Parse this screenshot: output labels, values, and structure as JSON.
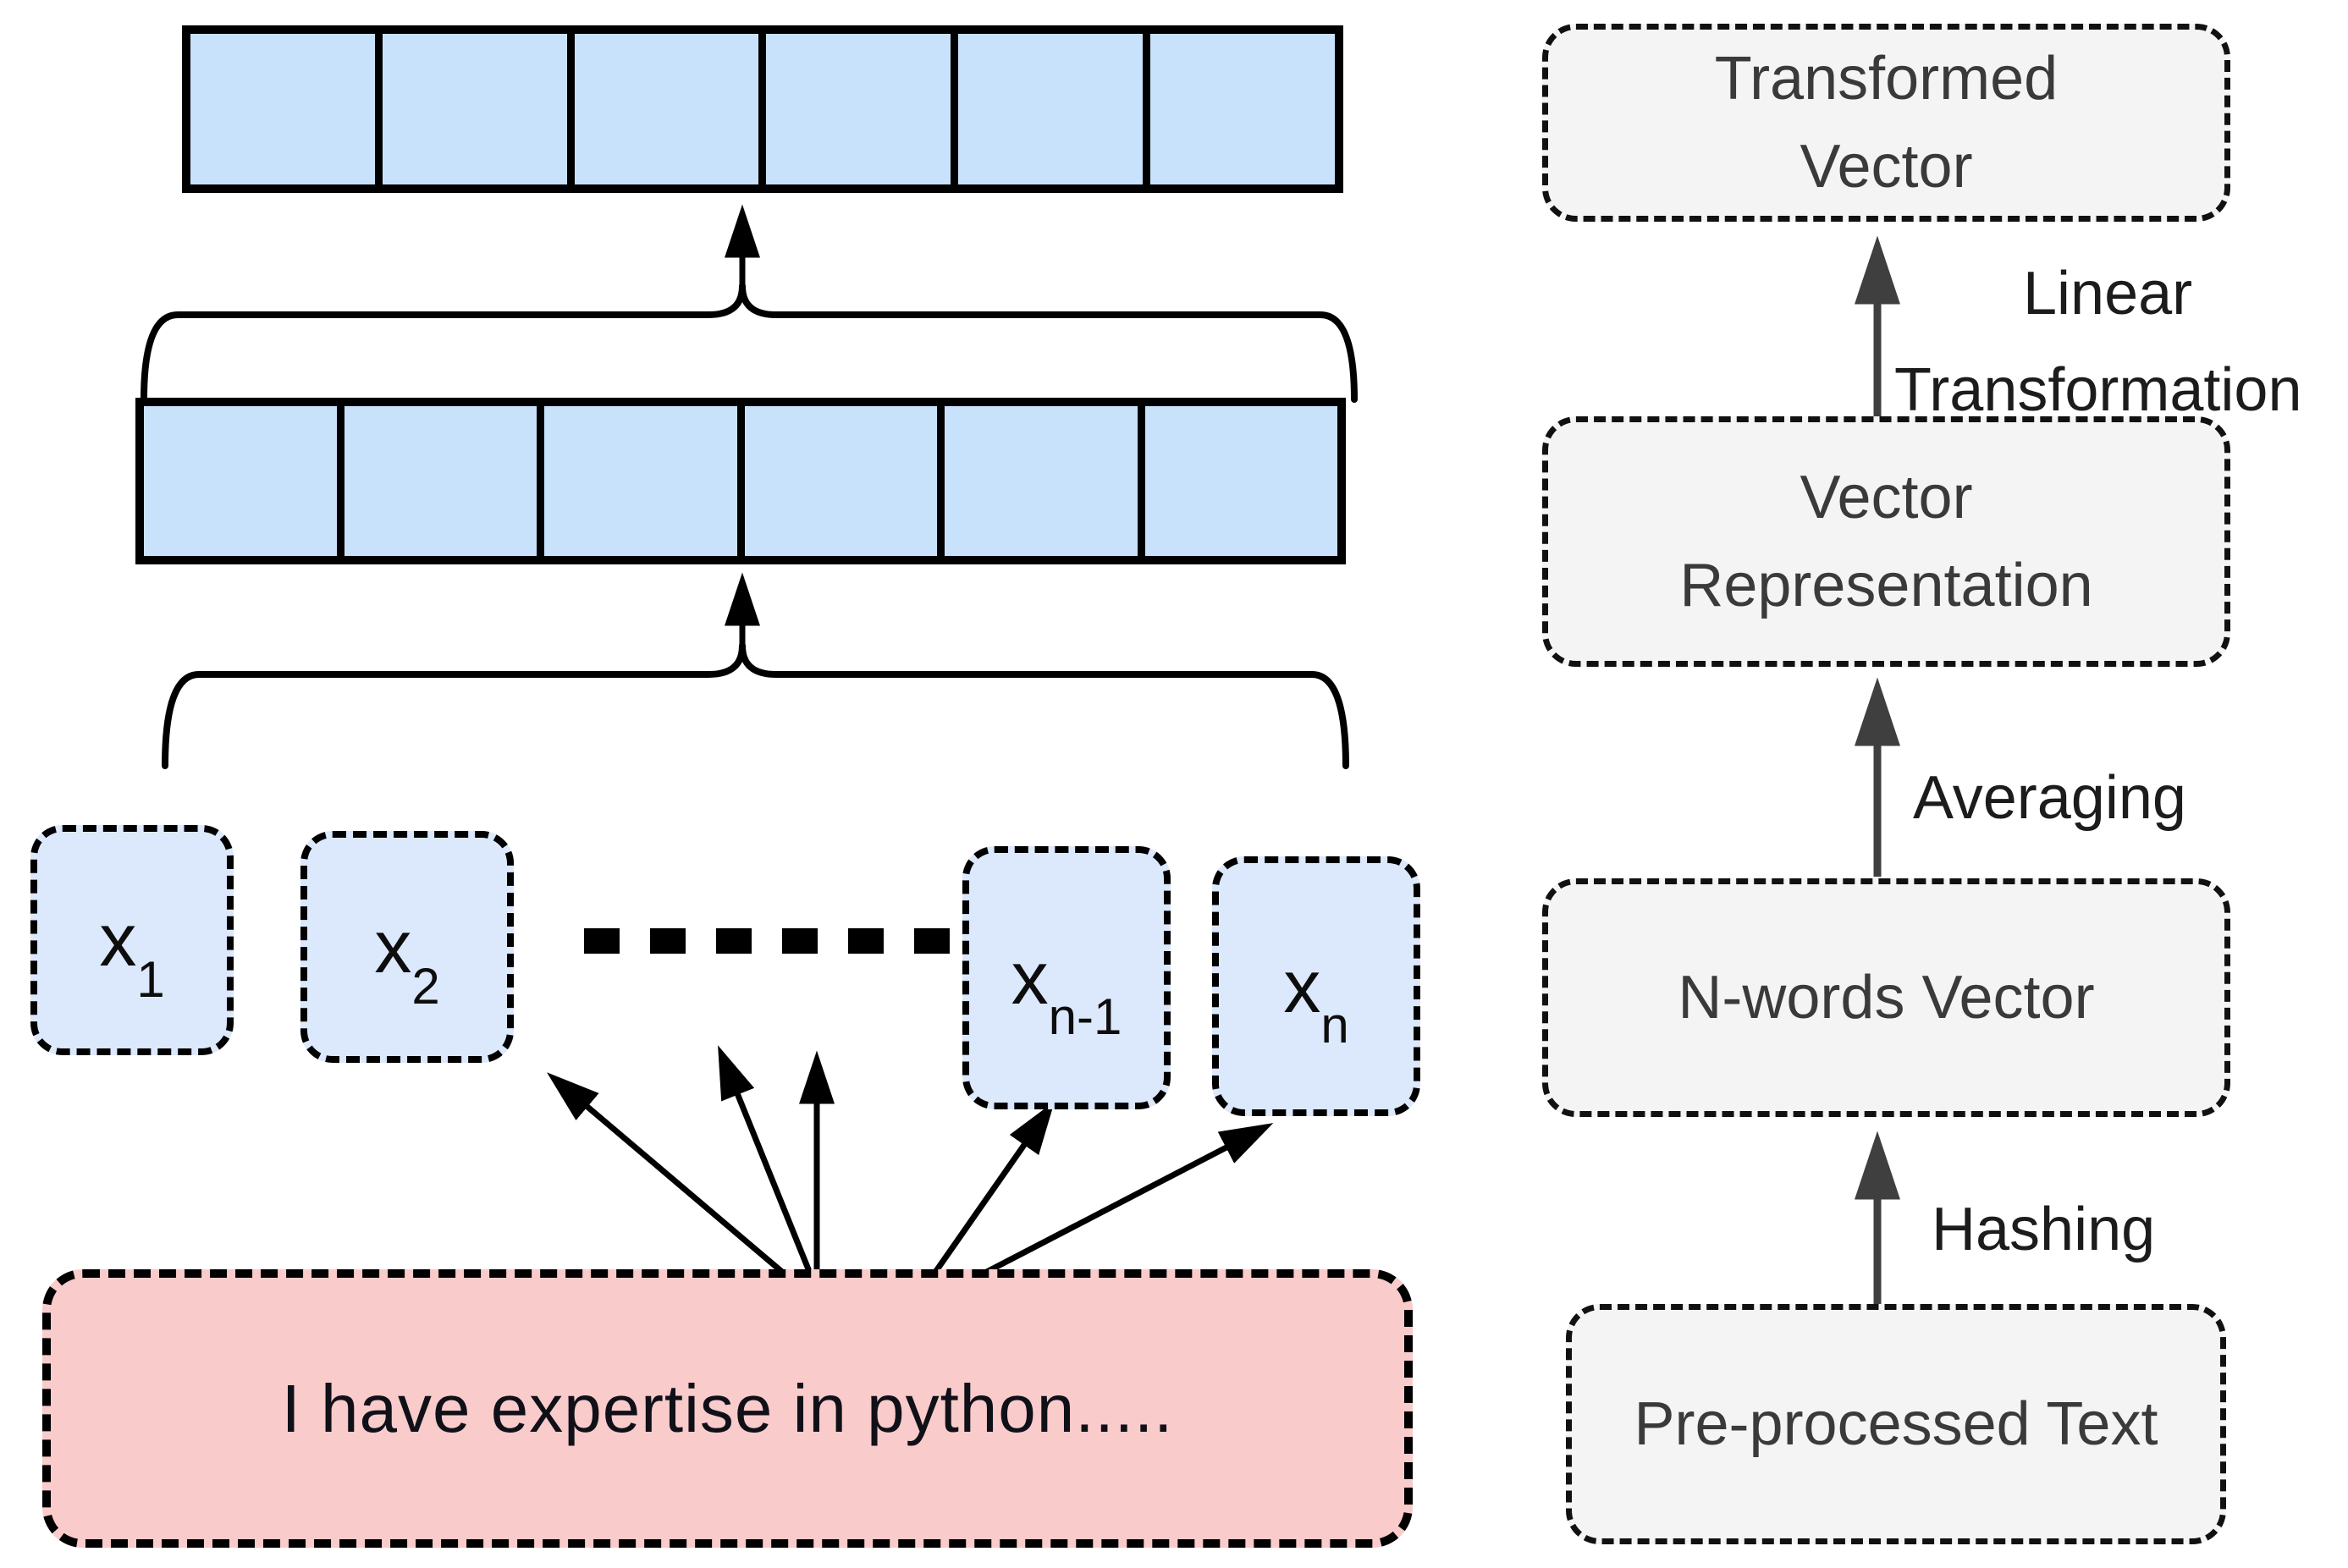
{
  "left_diagram": {
    "top_vector_row": {
      "cell_count": 6
    },
    "middle_vector_row": {
      "cell_count": 6
    },
    "word_tokens": [
      {
        "base": "x",
        "sub": "1"
      },
      {
        "base": "x",
        "sub": "2"
      },
      {
        "base": "x",
        "sub": "n-1"
      },
      {
        "base": "x",
        "sub": "n"
      }
    ],
    "ellipsis_dot_count": 6,
    "input_sentence": "I have expertise in python....."
  },
  "right_flow": {
    "stages": [
      {
        "line1": "Transformed",
        "line2": "Vector"
      },
      {
        "line1": "Vector",
        "line2": "Representation"
      },
      {
        "line1": "N-words Vector",
        "line2": ""
      },
      {
        "line1": "Pre-processed Text",
        "line2": ""
      }
    ],
    "transitions": [
      {
        "label_line1": "Linear",
        "label_line2": "Transformation"
      },
      {
        "label_line1": "Averaging",
        "label_line2": ""
      },
      {
        "label_line1": "Hashing",
        "label_line2": ""
      }
    ]
  },
  "colors": {
    "vector_cell_fill": "#c9e2fb",
    "token_fill": "#dce8fb",
    "sentence_fill": "#f9cbca",
    "stage_fill": "#f4f4f4",
    "flow_arrow": "#3f3f3f",
    "line_black": "#000000"
  }
}
